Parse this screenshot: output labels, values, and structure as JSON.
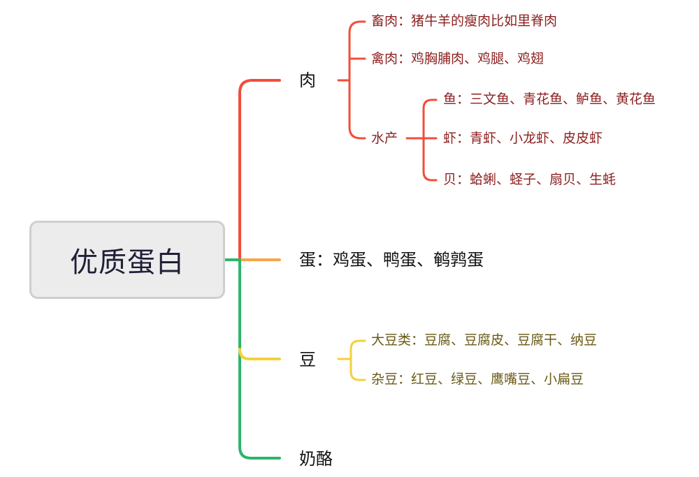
{
  "root": {
    "label": "优质蛋白"
  },
  "branches": {
    "meat": {
      "label": "肉",
      "color": "#f24e3a",
      "livestock": "畜肉：猪牛羊的瘦肉比如里脊肉",
      "poultry": "禽肉：鸡胸脯肉、鸡腿、鸡翅",
      "aquatic": {
        "label": "水产",
        "fish": "鱼：三文鱼、青花鱼、鲈鱼、黄花鱼",
        "shrimp": "虾：青虾、小龙虾、皮皮虾",
        "shellfish": "贝：蛤蜊、蛏子、扇贝、生蚝"
      }
    },
    "egg": {
      "label": "蛋：鸡蛋、鸭蛋、鹌鹑蛋",
      "color": "#f7a64a"
    },
    "bean": {
      "label": "豆",
      "color": "#f4d03a",
      "soy": "大豆类：豆腐、豆腐皮、豆腐干、纳豆",
      "mixed": "杂豆：红豆、绿豆、鹰嘴豆、小扁豆"
    },
    "cheese": {
      "label": "奶酪",
      "color": "#2db56b"
    }
  }
}
